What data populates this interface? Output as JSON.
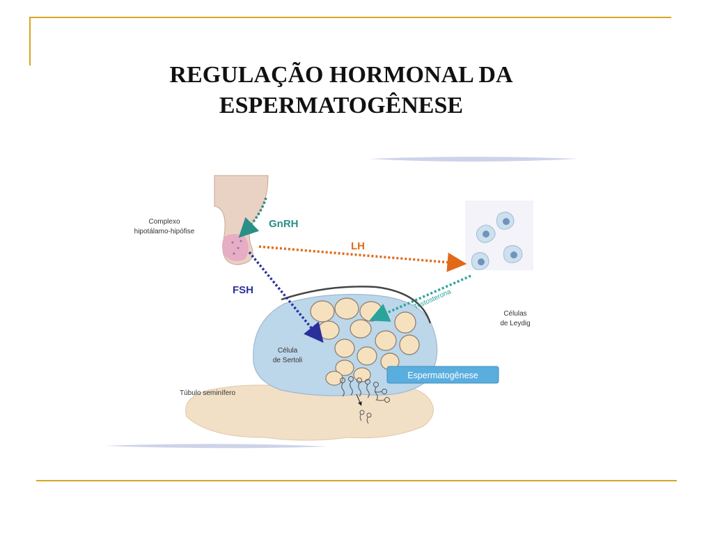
{
  "title": {
    "line1": "REGULAÇÃO HORMONAL DA",
    "line2": "ESPERMATOGÊNESE"
  },
  "diagram": {
    "complexo_line1": "Complexo",
    "complexo_line2": "hipotálamo-hipófise",
    "gnrh": "GnRH",
    "lh": "LH",
    "fsh": "FSH",
    "testosterona": "Testosterona",
    "leydig_line1": "Células",
    "leydig_line2": "de Leydig",
    "sertoli_line1": "Célula",
    "sertoli_line2": "de Sertoli",
    "tubulo": "Túbulo seminífero",
    "espermatogenese": "Espermatogênese"
  },
  "colors": {
    "frame": "#d9a521",
    "gnrh": "#2a8f86",
    "lh": "#e06a1a",
    "fsh": "#2b2f9a",
    "testosterona": "#2aa39a",
    "sertoli_fill": "#bcd6ea",
    "badge": "#5aaede"
  }
}
